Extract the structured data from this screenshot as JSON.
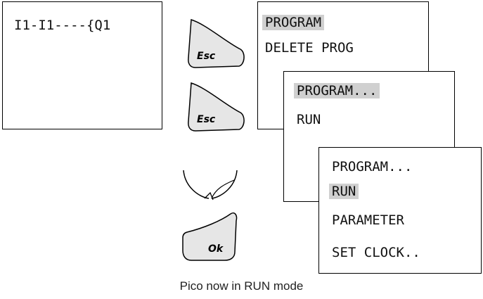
{
  "display": {
    "ladder_line": "I1-I1----{Q1"
  },
  "buttons": {
    "esc_label": "Esc",
    "ok_label": "Ok"
  },
  "menu1": {
    "items": [
      "PROGRAM",
      "DELETE PROG"
    ],
    "highlighted": 0
  },
  "menu2": {
    "items": [
      "PROGRAM...",
      "RUN"
    ],
    "highlighted": 0
  },
  "menu3": {
    "items": [
      "PROGRAM...",
      "RUN",
      "PARAMETER",
      "SET CLOCK.."
    ],
    "highlighted": 1
  },
  "caption": "Pico now in RUN mode",
  "colors": {
    "highlight": "#d0d0d0",
    "button_face": "#e6e6e6"
  }
}
